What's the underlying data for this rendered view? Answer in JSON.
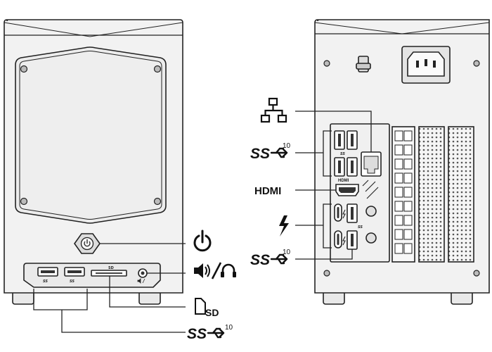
{
  "front_panel": {
    "sd_slot_label": "SD",
    "usb_port_badge": "SS"
  },
  "rear_panel": {
    "hdmi_port_label": "HDMI",
    "usb_port_badge": "SS"
  },
  "callouts": {
    "front_power": {
      "icon": "power-icon"
    },
    "front_audio": {
      "icon": "speaker-headset-icon"
    },
    "front_sd": {
      "icon": "sd-card-icon",
      "text": "SD"
    },
    "front_usb": {
      "icon": "superspeed-usb-icon",
      "text": "SS",
      "superscript": "10"
    },
    "rear_ethernet": {
      "icon": "network-icon"
    },
    "rear_usb": {
      "icon": "superspeed-usb-icon",
      "text": "SS",
      "superscript": "10"
    },
    "rear_hdmi": {
      "icon": "hdmi-icon",
      "text": "HDMI"
    },
    "rear_thunderbolt": {
      "icon": "thunderbolt-icon"
    },
    "rear_usb_2": {
      "icon": "superspeed-usb-icon",
      "text": "SS",
      "superscript": "10"
    }
  },
  "colors": {
    "outline": "#222222",
    "body_fill": "#f2f2f2",
    "panel_fill": "#ebebeb"
  }
}
